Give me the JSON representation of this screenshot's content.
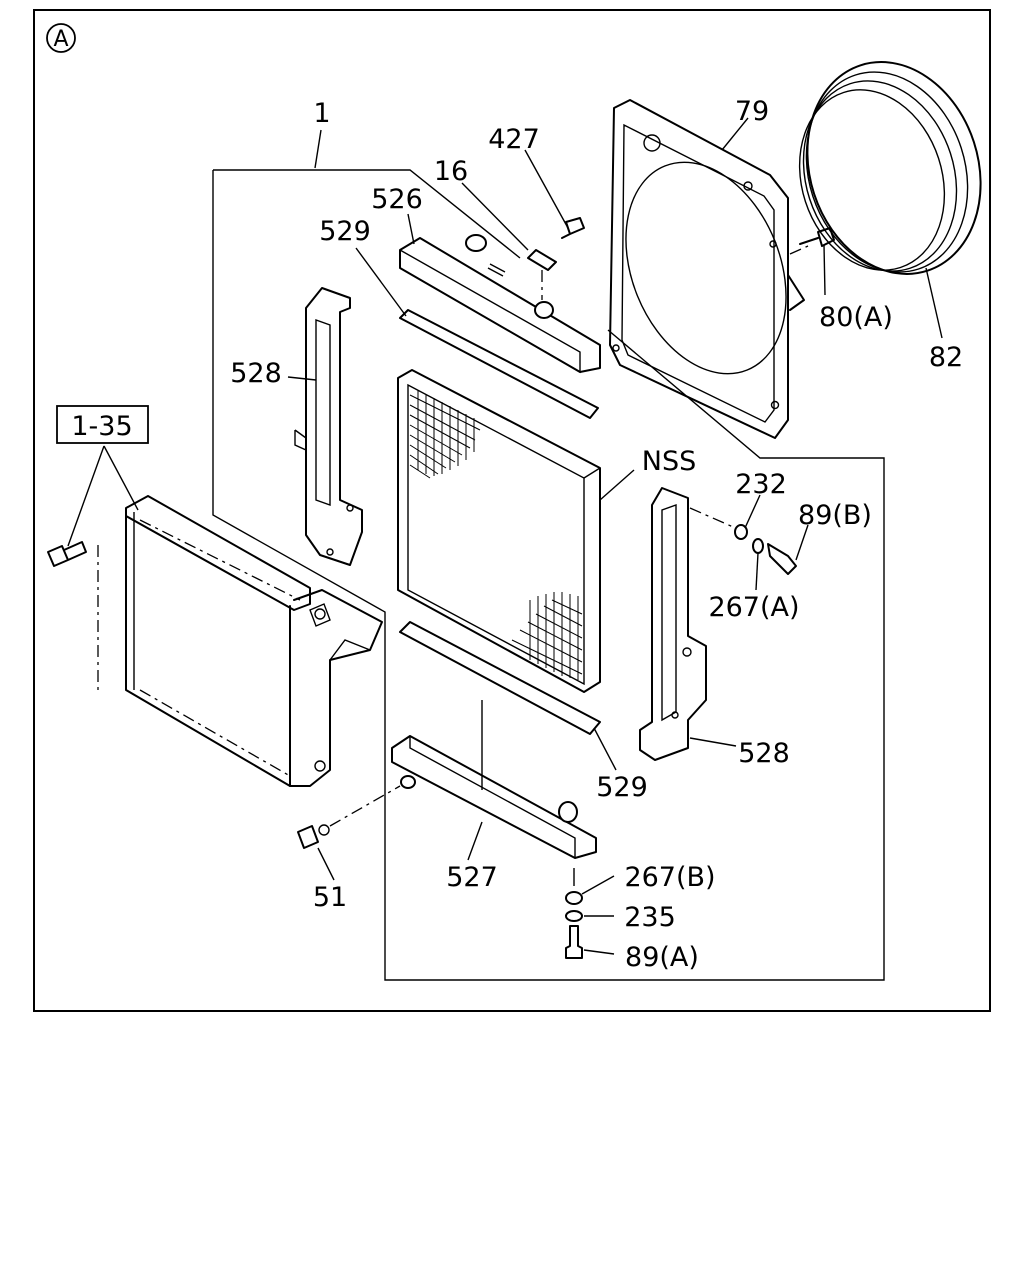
{
  "frame_marker": "A",
  "labels": {
    "p1": "1",
    "p427": "427",
    "p79": "79",
    "p16": "16",
    "p526": "526",
    "p529_top": "529",
    "p80a": "80(A)",
    "p82": "82",
    "p528_left": "528",
    "p1_35": "1-35",
    "pNSS": "NSS",
    "p232": "232",
    "p89b": "89(B)",
    "p267a": "267(A)",
    "p528_right": "528",
    "p529_bottom": "529",
    "p51": "51",
    "p527": "527",
    "p267b": "267(B)",
    "p235": "235",
    "p89a": "89(A)"
  }
}
